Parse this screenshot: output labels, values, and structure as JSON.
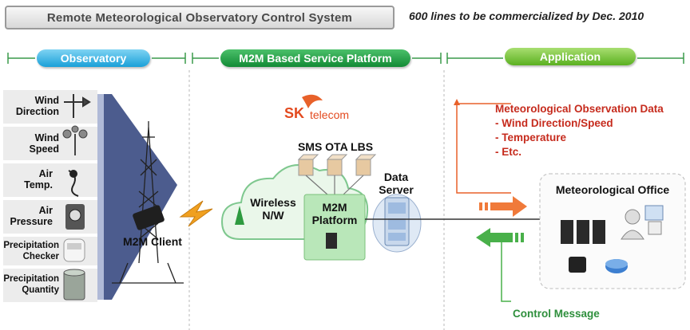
{
  "header": {
    "title": "Remote Meteorological Observatory Control System",
    "subtitle": "600 lines to be commercialized by Dec. 2010"
  },
  "sections": {
    "observatory": "Observatory",
    "platform": "M2M Based Service Platform",
    "application": "Application"
  },
  "sensors": [
    {
      "label": "Wind\nDirection"
    },
    {
      "label": "Wind\nSpeed"
    },
    {
      "label": "Air\nTemp."
    },
    {
      "label": "Air\nPressure"
    },
    {
      "label": "Precipitation\nChecker"
    },
    {
      "label": "Precipitation\nQuantity"
    }
  ],
  "m2m_client": "M2M Client",
  "brand": {
    "sk": "SK",
    "telecom": "telecom"
  },
  "platform": {
    "sms_ota_lbs": "SMS OTA LBS",
    "wireless": "Wireless\nN/W",
    "m2m_platform": "M2M\nPlatform",
    "data_server": "Data\nServer"
  },
  "application": {
    "data_title": "Meteorological Observation Data",
    "data_items": [
      "- Wind Direction/Speed",
      "- Temperature",
      "- Etc."
    ],
    "office": "Meteorological Office",
    "control": "Control Message"
  },
  "colors": {
    "red": "#c62b1d",
    "green": "#1f8f3c",
    "blue": "#1aa0d8"
  }
}
